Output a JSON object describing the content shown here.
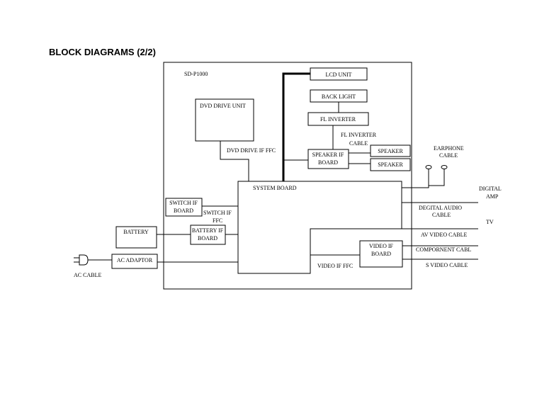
{
  "title": "BLOCK DIAGRAMS (2/2)",
  "model": "SD-P1000",
  "blocks": {
    "lcd_unit": "LCD UNIT",
    "back_light": "BACK LIGHT",
    "fl_inverter": "FL INVERTER",
    "dvd_drive_unit": "DVD DRIVE UNIT",
    "speaker_if_board_line1": "SPEAKER IF",
    "speaker_if_board_line2": "BOARD",
    "speaker_1": "SPEAKER",
    "speaker_2": "SPEAKER",
    "system_board": "SYSTEM BOARD",
    "switch_if_board_line1": "SWITCH IF",
    "switch_if_board_line2": "BOARD",
    "battery_if_board_line1": "BATTERY IF",
    "battery_if_board_line2": "BOARD",
    "battery": "BATTERY",
    "ac_adaptor": "AC ADAPTOR",
    "video_if_board_line1": "VIDEO IF",
    "video_if_board_line2": "BOARD"
  },
  "labels": {
    "fl_inverter_cable_line1": "FL INVERTER",
    "fl_inverter_cable_line2": "CABLE",
    "dvd_drive_if_ffc": "DVD DRIVE IF FFC",
    "earphone_cable_line1": "EARPHONE",
    "earphone_cable_line2": "CABLE",
    "switch_if_ffc_line1": "SWITCH IF",
    "switch_if_ffc_line2": "FFC",
    "video_if_ffc": "VIDEO IF FFC",
    "ac_cable": "AC CABLE",
    "digital_amp_line1": "DIGITAL",
    "digital_amp_line2": "AMP",
    "digital_audio_cable_line1": "DEGITAL AUDIO",
    "digital_audio_cable_line2": "CABLE",
    "tv": "TV",
    "av_video_cable": "AV VIDEO CABLE",
    "component_cable": "COMPORNENT CABL",
    "s_video_cable": "S VIDEO CABLE"
  }
}
